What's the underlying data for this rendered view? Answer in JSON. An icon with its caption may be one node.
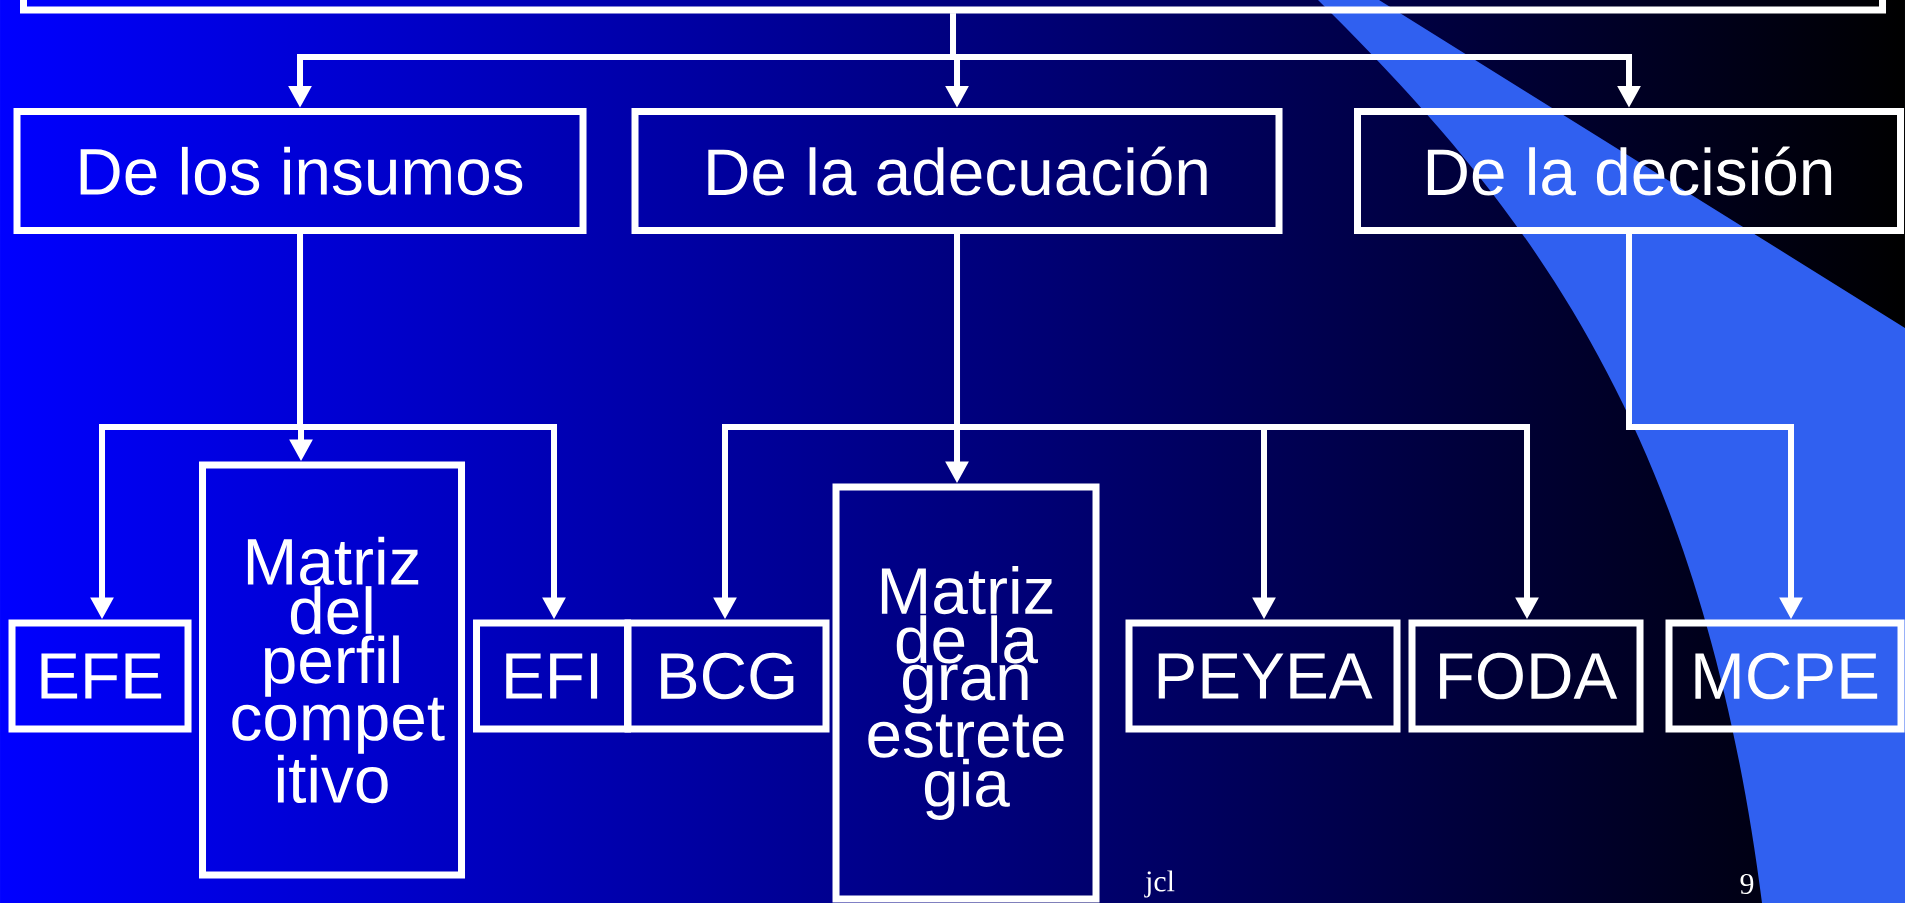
{
  "diagram": {
    "nodes": [
      {
        "text": [],
        "shape": "box"
      },
      {
        "text": [
          "De los insumos"
        ]
      },
      {
        "text": [
          "De la adecuación"
        ]
      },
      {
        "text": [
          "De la decisión"
        ]
      },
      {
        "text": [
          "EFE"
        ]
      },
      {
        "text": [
          "Matriz del perfil compet itivo"
        ]
      },
      {
        "text": [
          "EFI"
        ]
      },
      {
        "text": [
          "BCG"
        ]
      },
      {
        "text": [
          "Matriz de la gran estrete gia"
        ]
      },
      {
        "text": [
          "PEYEA"
        ]
      },
      {
        "text": [
          "FODA"
        ]
      },
      {
        "text": [
          "MCPE"
        ]
      }
    ],
    "edges": [
      {
        "from": 0,
        "to": 1,
        "arrow": "to"
      },
      {
        "from": 0,
        "to": 2,
        "arrow": "to"
      },
      {
        "from": 0,
        "to": 3,
        "arrow": "to"
      },
      {
        "from": 1,
        "to": 4,
        "arrow": "to"
      },
      {
        "from": 1,
        "to": 5,
        "arrow": "to"
      },
      {
        "from": 1,
        "to": 6,
        "arrow": "to"
      },
      {
        "from": 2,
        "to": 7,
        "arrow": "to"
      },
      {
        "from": 2,
        "to": 8,
        "arrow": "to"
      },
      {
        "from": 2,
        "to": 9,
        "arrow": "to"
      },
      {
        "from": 2,
        "to": 10,
        "arrow": "to"
      },
      {
        "from": 3,
        "to": 11,
        "arrow": "to"
      }
    ],
    "labels": [
      "jcl",
      "9"
    ]
  }
}
